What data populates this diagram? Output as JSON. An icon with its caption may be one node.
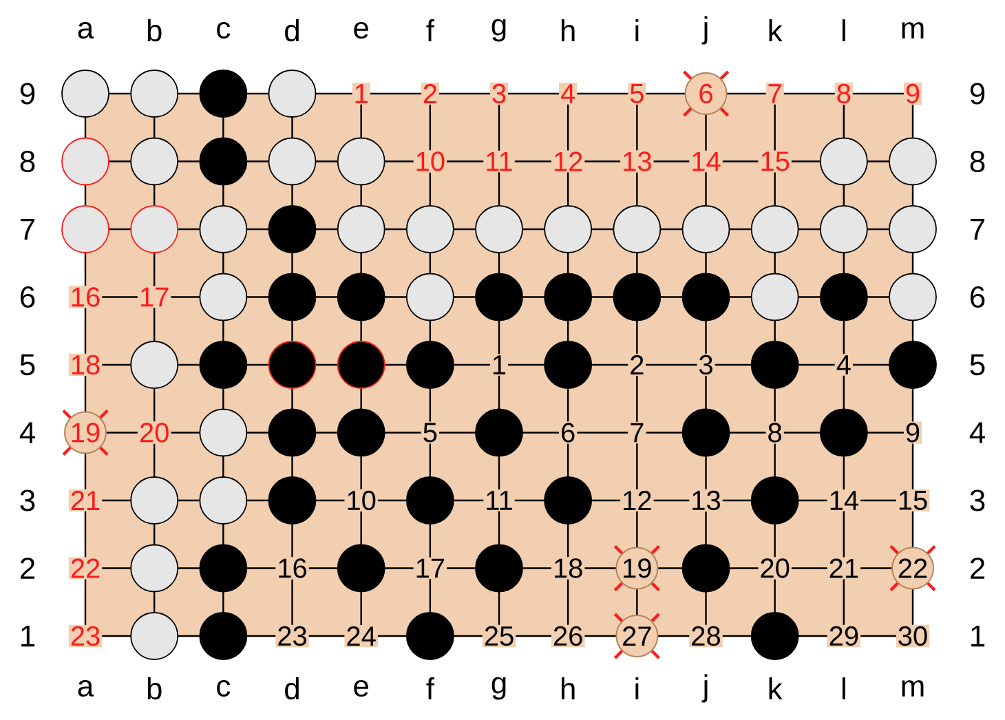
{
  "diagram": {
    "nodes": [
      {
        "text": [
          "6"
        ]
      },
      {
        "text": [
          "19"
        ]
      },
      {
        "text": [
          "19"
        ]
      },
      {
        "text": [
          "22"
        ]
      },
      {
        "text": [
          "27"
        ]
      }
    ],
    "labels": [
      "a",
      "b",
      "c",
      "d",
      "e",
      "f",
      "g",
      "h",
      "i",
      "j",
      "k",
      "l",
      "m",
      "9",
      "1",
      "2",
      "3",
      "4",
      "5",
      "7",
      "8",
      "9",
      "9",
      "8",
      "10",
      "11",
      "12",
      "13",
      "14",
      "15",
      "8",
      "7",
      "7",
      "6",
      "16",
      "17",
      "6",
      "5",
      "18",
      "1",
      "2",
      "3",
      "4",
      "5",
      "4",
      "20",
      "5",
      "6",
      "7",
      "8",
      "9",
      "4",
      "3",
      "21",
      "10",
      "11",
      "12",
      "13",
      "14",
      "15",
      "3",
      "2",
      "22",
      "16",
      "17",
      "18",
      "20",
      "21",
      "2",
      "1",
      "23",
      "23",
      "24",
      "25",
      "26",
      "28",
      "29",
      "30",
      "1",
      "a",
      "b",
      "c",
      "d",
      "e",
      "f",
      "g",
      "h",
      "i",
      "j",
      "k",
      "l",
      "m"
    ]
  }
}
